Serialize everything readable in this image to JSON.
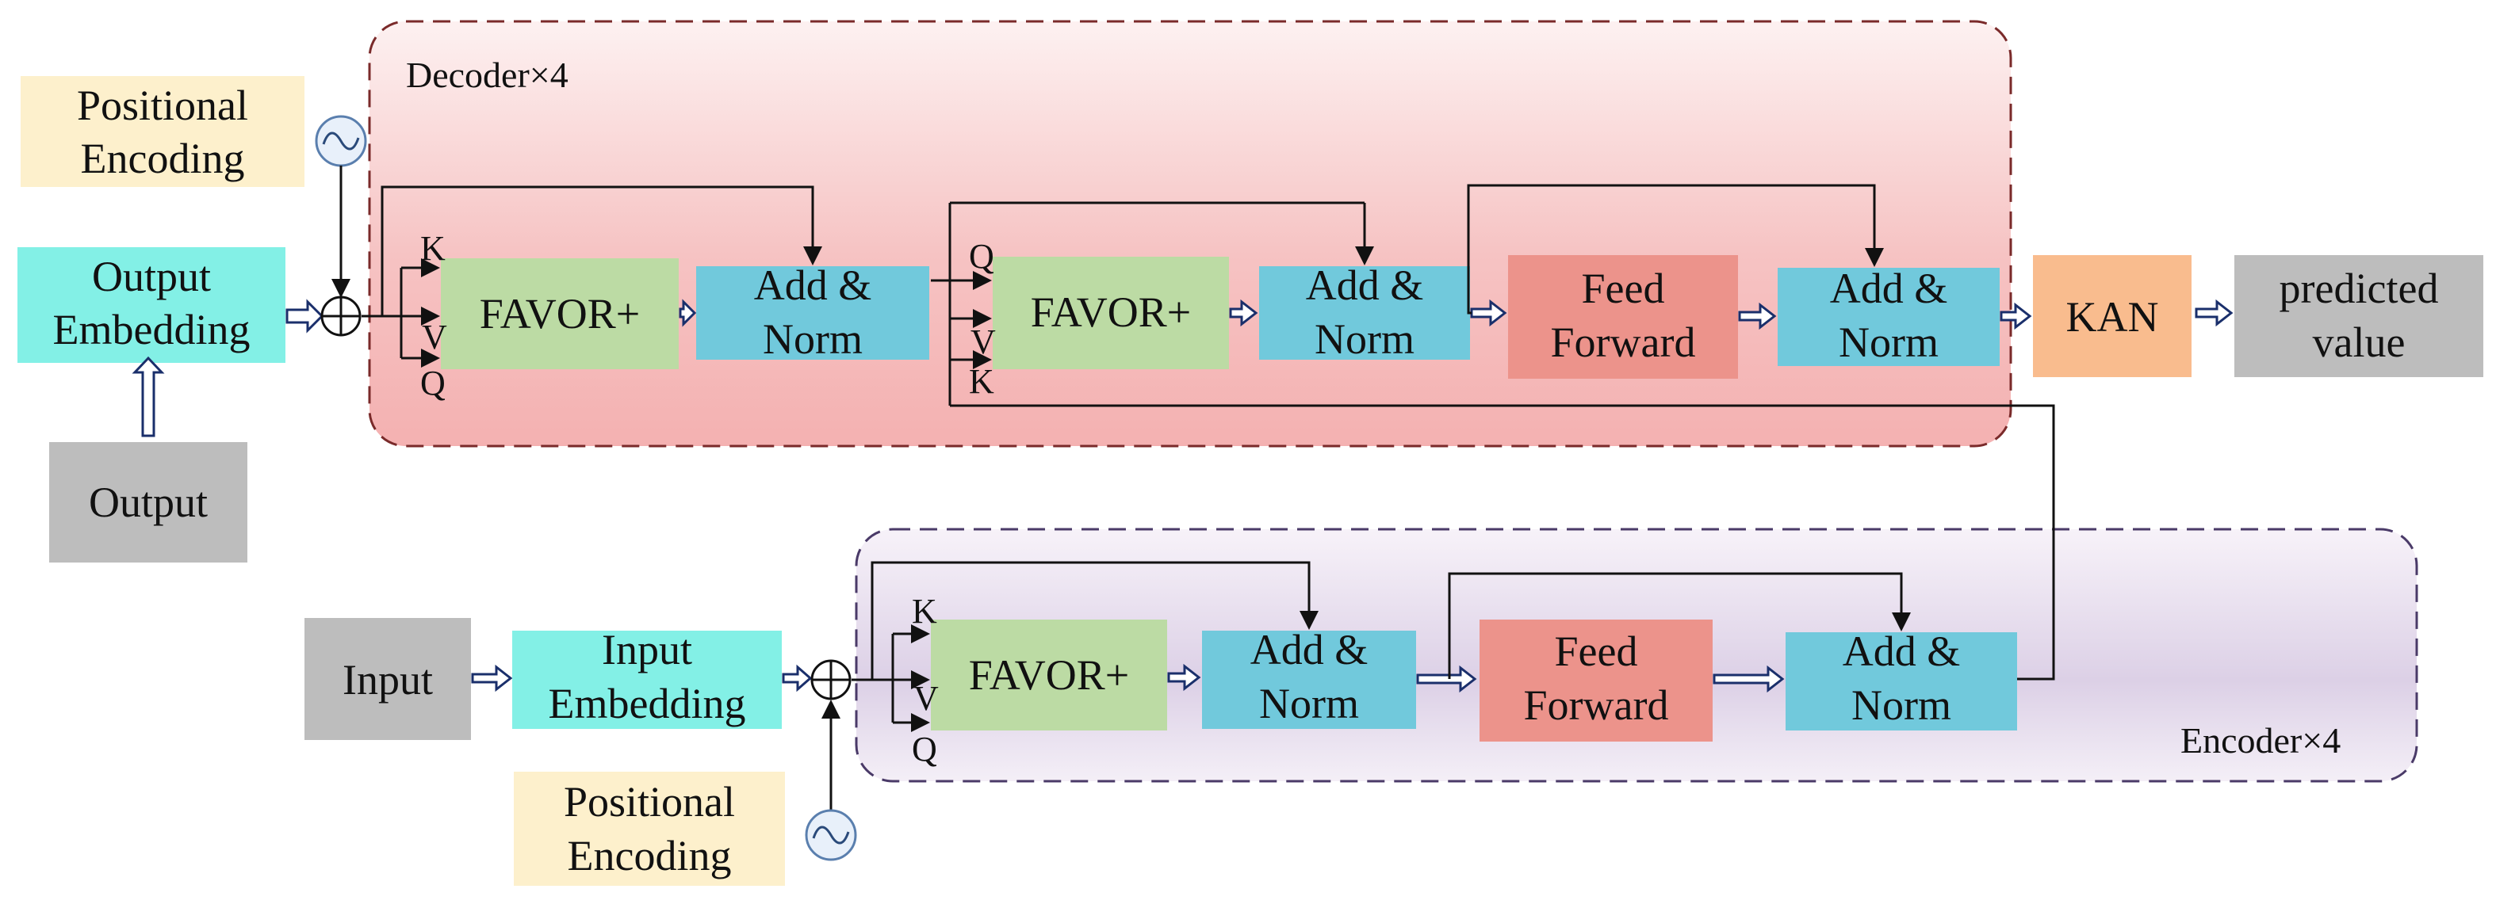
{
  "decoder": {
    "title": "Decoder×4",
    "positional_encoding": [
      "Positional",
      "Encoding"
    ],
    "output_embedding": [
      "Output",
      "Embedding"
    ],
    "output": "Output",
    "favor1": "FAVOR+",
    "addnorm1": [
      "Add &",
      "Norm"
    ],
    "favor2": "FAVOR+",
    "addnorm2": [
      "Add &",
      "Norm"
    ],
    "feed_forward": [
      "Feed",
      "Forward"
    ],
    "addnorm3": [
      "Add &",
      "Norm"
    ],
    "ports1": {
      "k": "K",
      "v": "V",
      "q": "Q"
    },
    "ports2": {
      "q": "Q",
      "v": "V",
      "k": "K"
    }
  },
  "head": {
    "kan": "KAN",
    "predicted": [
      "predicted",
      "value"
    ]
  },
  "encoder": {
    "title": "Encoder×4",
    "input": "Input",
    "input_embedding": [
      "Input",
      "Embedding"
    ],
    "positional_encoding": [
      "Positional",
      "Encoding"
    ],
    "favor": "FAVOR+",
    "addnorm1": [
      "Add &",
      "Norm"
    ],
    "feed_forward": [
      "Feed",
      "Forward"
    ],
    "addnorm2": [
      "Add &",
      "Norm"
    ],
    "ports": {
      "k": "K",
      "v": "V",
      "q": "Q"
    }
  },
  "colors": {
    "positional": "#fdf0cc",
    "embedding": "#83f0e6",
    "gray": "#bdbdbd",
    "favor": "#bcdba4",
    "addnorm": "#71c9dc",
    "feedforward": "#ec938b",
    "kan": "#f9bc8e",
    "decoder_border": "#7a2a2a",
    "encoder_border": "#4a3a68"
  }
}
